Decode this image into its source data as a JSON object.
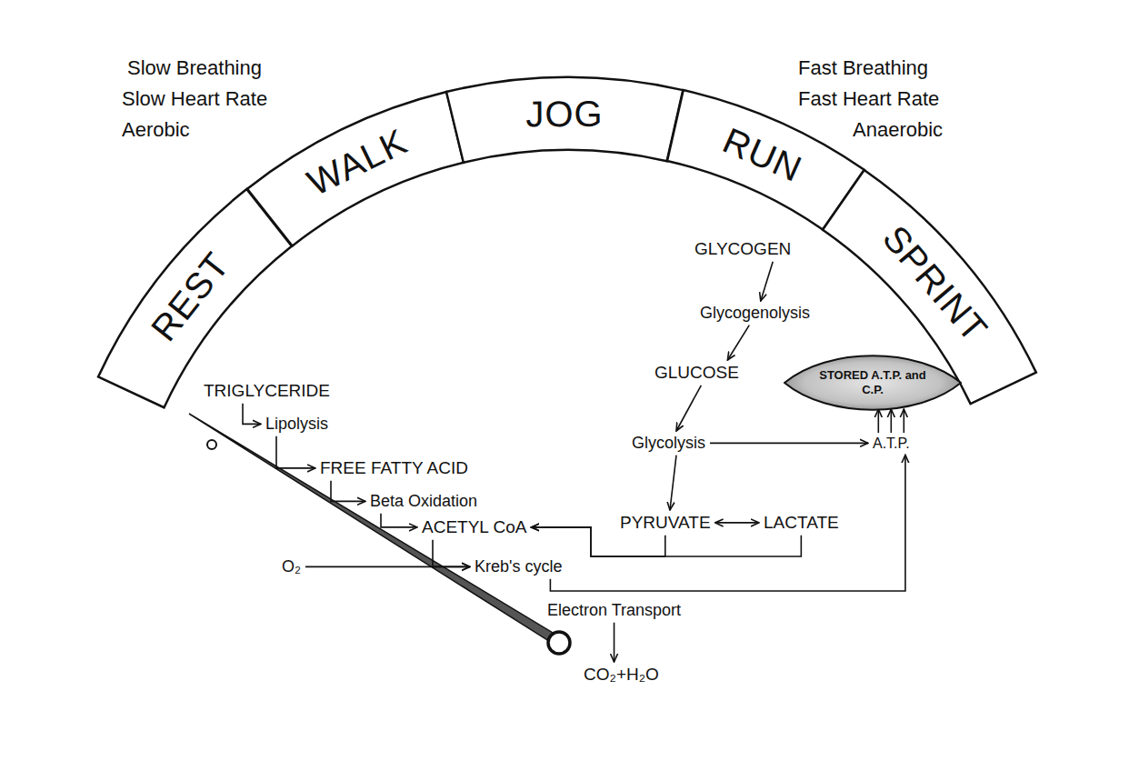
{
  "diagram": {
    "nodes": [
      {
        "text": [
          "REST"
        ]
      },
      {
        "text": [
          "WALK"
        ]
      },
      {
        "text": [
          "JOG"
        ]
      },
      {
        "text": [
          "RUN"
        ]
      },
      {
        "text": [
          "SPRINT"
        ]
      },
      {
        "text": [
          "GLYCOGEN"
        ]
      },
      {
        "text": [
          "Glycogenolysis"
        ]
      },
      {
        "text": [
          "GLUCOSE"
        ]
      },
      {
        "text": [
          "STORED A.T.P. and C.P."
        ]
      },
      {
        "text": [
          "TRIGLYCERIDE"
        ]
      },
      {
        "text": [
          "Lipolysis"
        ]
      },
      {
        "text": [
          "Glycolysis"
        ]
      },
      {
        "text": [
          "A.T.P."
        ]
      },
      {
        "text": [
          "FREE FATTY ACID"
        ]
      },
      {
        "text": [
          "Beta Oxidation"
        ]
      },
      {
        "text": [
          "ACETYL CoA"
        ]
      },
      {
        "text": [
          "PYRUVATE"
        ]
      },
      {
        "text": [
          "LACTATE"
        ]
      },
      {
        "text": [
          "O₂"
        ]
      },
      {
        "text": [
          "Kreb's cycle"
        ]
      },
      {
        "text": [
          "Electron Transport"
        ]
      },
      {
        "text": [
          "CO₂+H₂O"
        ]
      }
    ],
    "edges": [
      {
        "from": 5,
        "to": 6,
        "arrow": "to"
      },
      {
        "from": 6,
        "to": 7,
        "arrow": "to"
      },
      {
        "from": 7,
        "to": 11,
        "arrow": "to"
      },
      {
        "from": 11,
        "to": 12,
        "arrow": "to"
      },
      {
        "from": 11,
        "to": 16,
        "arrow": "to"
      },
      {
        "from": 16,
        "to": 17,
        "arrow": "both"
      },
      {
        "from": 16,
        "to": 15,
        "arrow": "to"
      },
      {
        "from": 17,
        "to": 15,
        "arrow": "to"
      },
      {
        "from": 9,
        "to": 10,
        "arrow": "to"
      },
      {
        "from": 10,
        "to": 13,
        "arrow": "to"
      },
      {
        "from": 13,
        "to": 14,
        "arrow": "to"
      },
      {
        "from": 14,
        "to": 15,
        "arrow": "to"
      },
      {
        "from": 15,
        "to": 19,
        "arrow": "to"
      },
      {
        "from": 18,
        "to": 19,
        "arrow": "to"
      },
      {
        "from": 19,
        "to": 12,
        "arrow": "to"
      },
      {
        "from": 20,
        "to": 21,
        "arrow": "to"
      },
      {
        "from": 12,
        "to": 8,
        "arrow": "to"
      },
      {
        "from": 12,
        "to": 8,
        "arrow": "to"
      },
      {
        "from": 12,
        "to": 8,
        "arrow": "to"
      }
    ],
    "labels": [
      "Slow Breathing",
      "Slow Heart Rate",
      "Aerobic",
      "Fast Breathing",
      "Fast Heart Rate",
      "Anaerobic"
    ]
  }
}
